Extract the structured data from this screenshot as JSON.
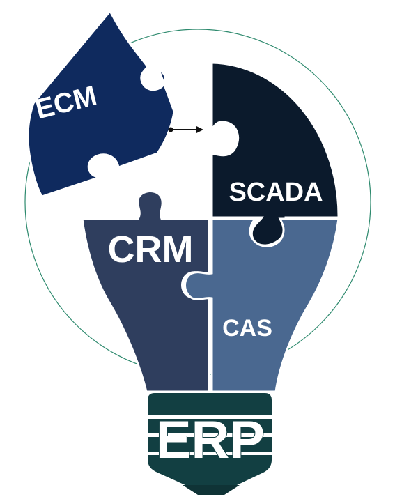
{
  "pieces": {
    "ecm": {
      "label": "ECM",
      "color": "#0f2a5e"
    },
    "scada": {
      "label": "SCADA",
      "color": "#0b1a2c"
    },
    "crm": {
      "label": "CRM",
      "color": "#2f3e5e"
    },
    "cas": {
      "label": "CAS",
      "color": "#4a6890"
    }
  },
  "base": {
    "label": "ERP",
    "color": "#123f42",
    "tip_color": "#0f3336"
  },
  "colors": {
    "circle_outline": "#2e8a6e",
    "label_text": "#ffffff",
    "arrow": "#111111",
    "outline": "#ffffff"
  }
}
